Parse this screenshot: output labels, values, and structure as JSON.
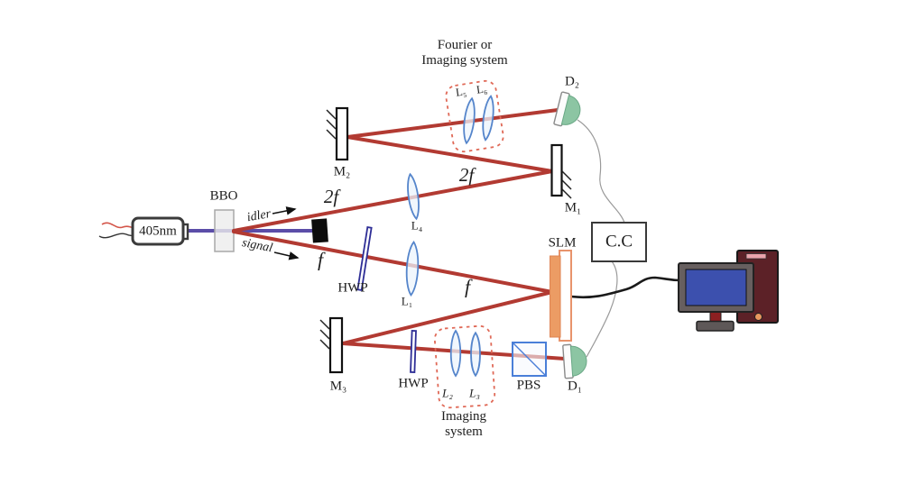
{
  "figure": {
    "type": "optical-experiment-setup-diagram",
    "background": "#ffffff"
  },
  "colors": {
    "beam_red": "#b23a32",
    "pump_purple": "#5b4da8",
    "lens_stroke": "#5585cb",
    "hwp_stroke": "#2e2e96",
    "dashed_box": "#e06a58",
    "detector_green": "#8cc5a3",
    "slm_orange": "#ec9c64",
    "pbs_blue": "#4a7fd8",
    "monitor_screen": "#3c50ae",
    "tower_maroon": "#5c2127"
  },
  "labels": {
    "laser": "405nm",
    "crystal": "BBO",
    "idler": "idler",
    "signal": "signal",
    "mirror_m1": "M₁",
    "mirror_m2": "M₂",
    "mirror_m3": "M₃",
    "lens_l1": "L₁",
    "lens_l2": "L₂",
    "lens_l3": "L₃",
    "lens_l4": "L₄",
    "lens_l5": "L₅",
    "lens_l6": "L₆",
    "hwp_signal": "HWP",
    "hwp_imaging": "HWP",
    "detector_d1": "D₁",
    "detector_d2": "D₂",
    "slm": "SLM",
    "pbs": "PBS",
    "coincidence_counter": "C.C",
    "dist_idler_a": "2f",
    "dist_idler_b": "2f",
    "dist_signal_a": "f",
    "dist_signal_b": "f",
    "caption_fourier": "Fourier or\nImaging system",
    "caption_imaging": "Imaging\nsystem"
  }
}
